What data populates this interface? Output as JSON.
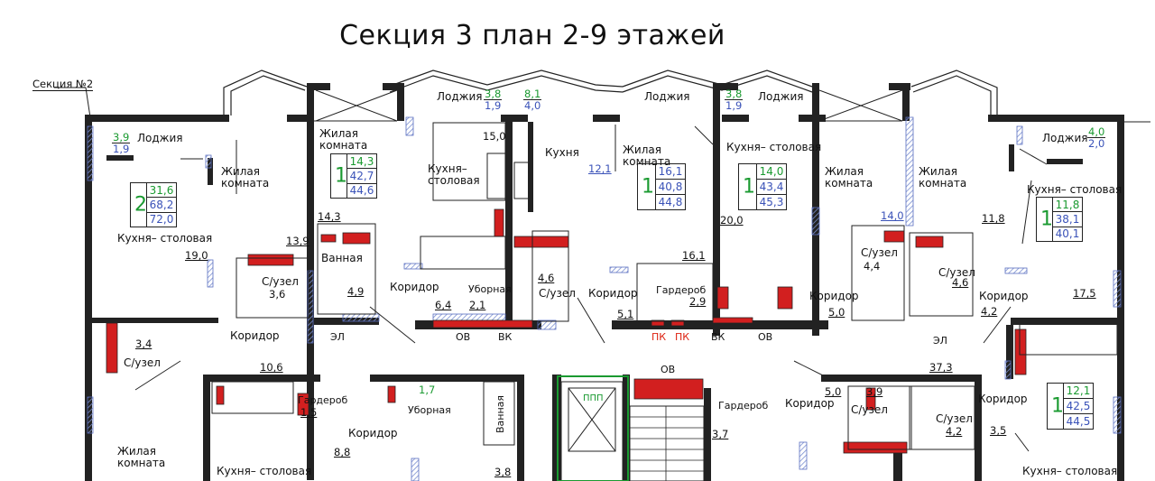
{
  "title": "Секция 3 план 2-9 этажей",
  "section_ref": "Секция №2",
  "colors": {
    "wall": "#222222",
    "hatch": "#7a8fd0",
    "red": "#d21f1f",
    "green": "#1a9a30",
    "blue": "#3a52b8"
  },
  "rooms": {
    "loggia": "Лоджия",
    "living": "Жилая комната",
    "living_line1": "Жилая",
    "living_line2": "комната",
    "kitchen_dining": "Кухня– столовая",
    "kitchen_dining_a": "Кухня–",
    "kitchen_dining_b": "столовая",
    "kitchen": "Кухня",
    "bath": "Ванная",
    "wc": "С/узел",
    "toilet": "Уборная",
    "corridor": "Коридор",
    "wardrobe": "Гардероб",
    "ppp": "ППП",
    "el": "ЭЛ",
    "ov": "ОВ",
    "vk": "ВК",
    "pk": "ПК"
  },
  "loggias": [
    {
      "top": "3,9",
      "bottom": "1,9"
    },
    {
      "top": "3,8",
      "bottom": "1,9"
    },
    {
      "top": "8,1",
      "bottom": "4,0"
    },
    {
      "top": "3,8",
      "bottom": "1,9"
    },
    {
      "top": "4,0",
      "bottom": "2,0"
    }
  ],
  "apartments": [
    {
      "rooms": "2",
      "living": "31,6",
      "total": "68,2",
      "gross": "72,0"
    },
    {
      "rooms": "1",
      "living": "14,3",
      "total": "42,7",
      "gross": "44,6"
    },
    {
      "rooms": "1",
      "living": "16,1",
      "total": "40,8",
      "gross": "44,8"
    },
    {
      "rooms": "1",
      "living": "14,0",
      "total": "43,4",
      "gross": "45,3"
    },
    {
      "rooms": "1",
      "living": "11,8",
      "total": "38,1",
      "gross": "40,1"
    },
    {
      "rooms": "1",
      "living": "12,1",
      "total": "42,5",
      "gross": "44,5"
    }
  ],
  "areas": {
    "a15_0": "15,0",
    "a12_1": "12,1",
    "a14_3": "14,3",
    "a13_9": "13,9",
    "a19_0": "19,0",
    "a3_6": "3,6",
    "a4_9": "4,9",
    "a6_4": "6,4",
    "a2_1": "2,1",
    "a4_6a": "4,6",
    "a16_1": "16,1",
    "a2_9": "2,9",
    "a5_1": "5,1",
    "a20_0": "20,0",
    "a14_0": "14,0",
    "a4_4": "4,4",
    "a5_0": "5,0",
    "a11_8": "11,8",
    "a4_6b": "4,6",
    "a4_2a": "4,2",
    "a17_5": "17,5",
    "a3_4": "3,4",
    "a10_6": "10,6",
    "a1_5": "1,5",
    "a8_8": "8,8",
    "a1_7": "1,7",
    "a3_8": "3,8",
    "a3_7": "3,7",
    "a37_3": "37,3",
    "a5_0b": "5,0",
    "a3_9": "3,9",
    "a4_2b": "4,2",
    "a3_5": "3,5"
  }
}
